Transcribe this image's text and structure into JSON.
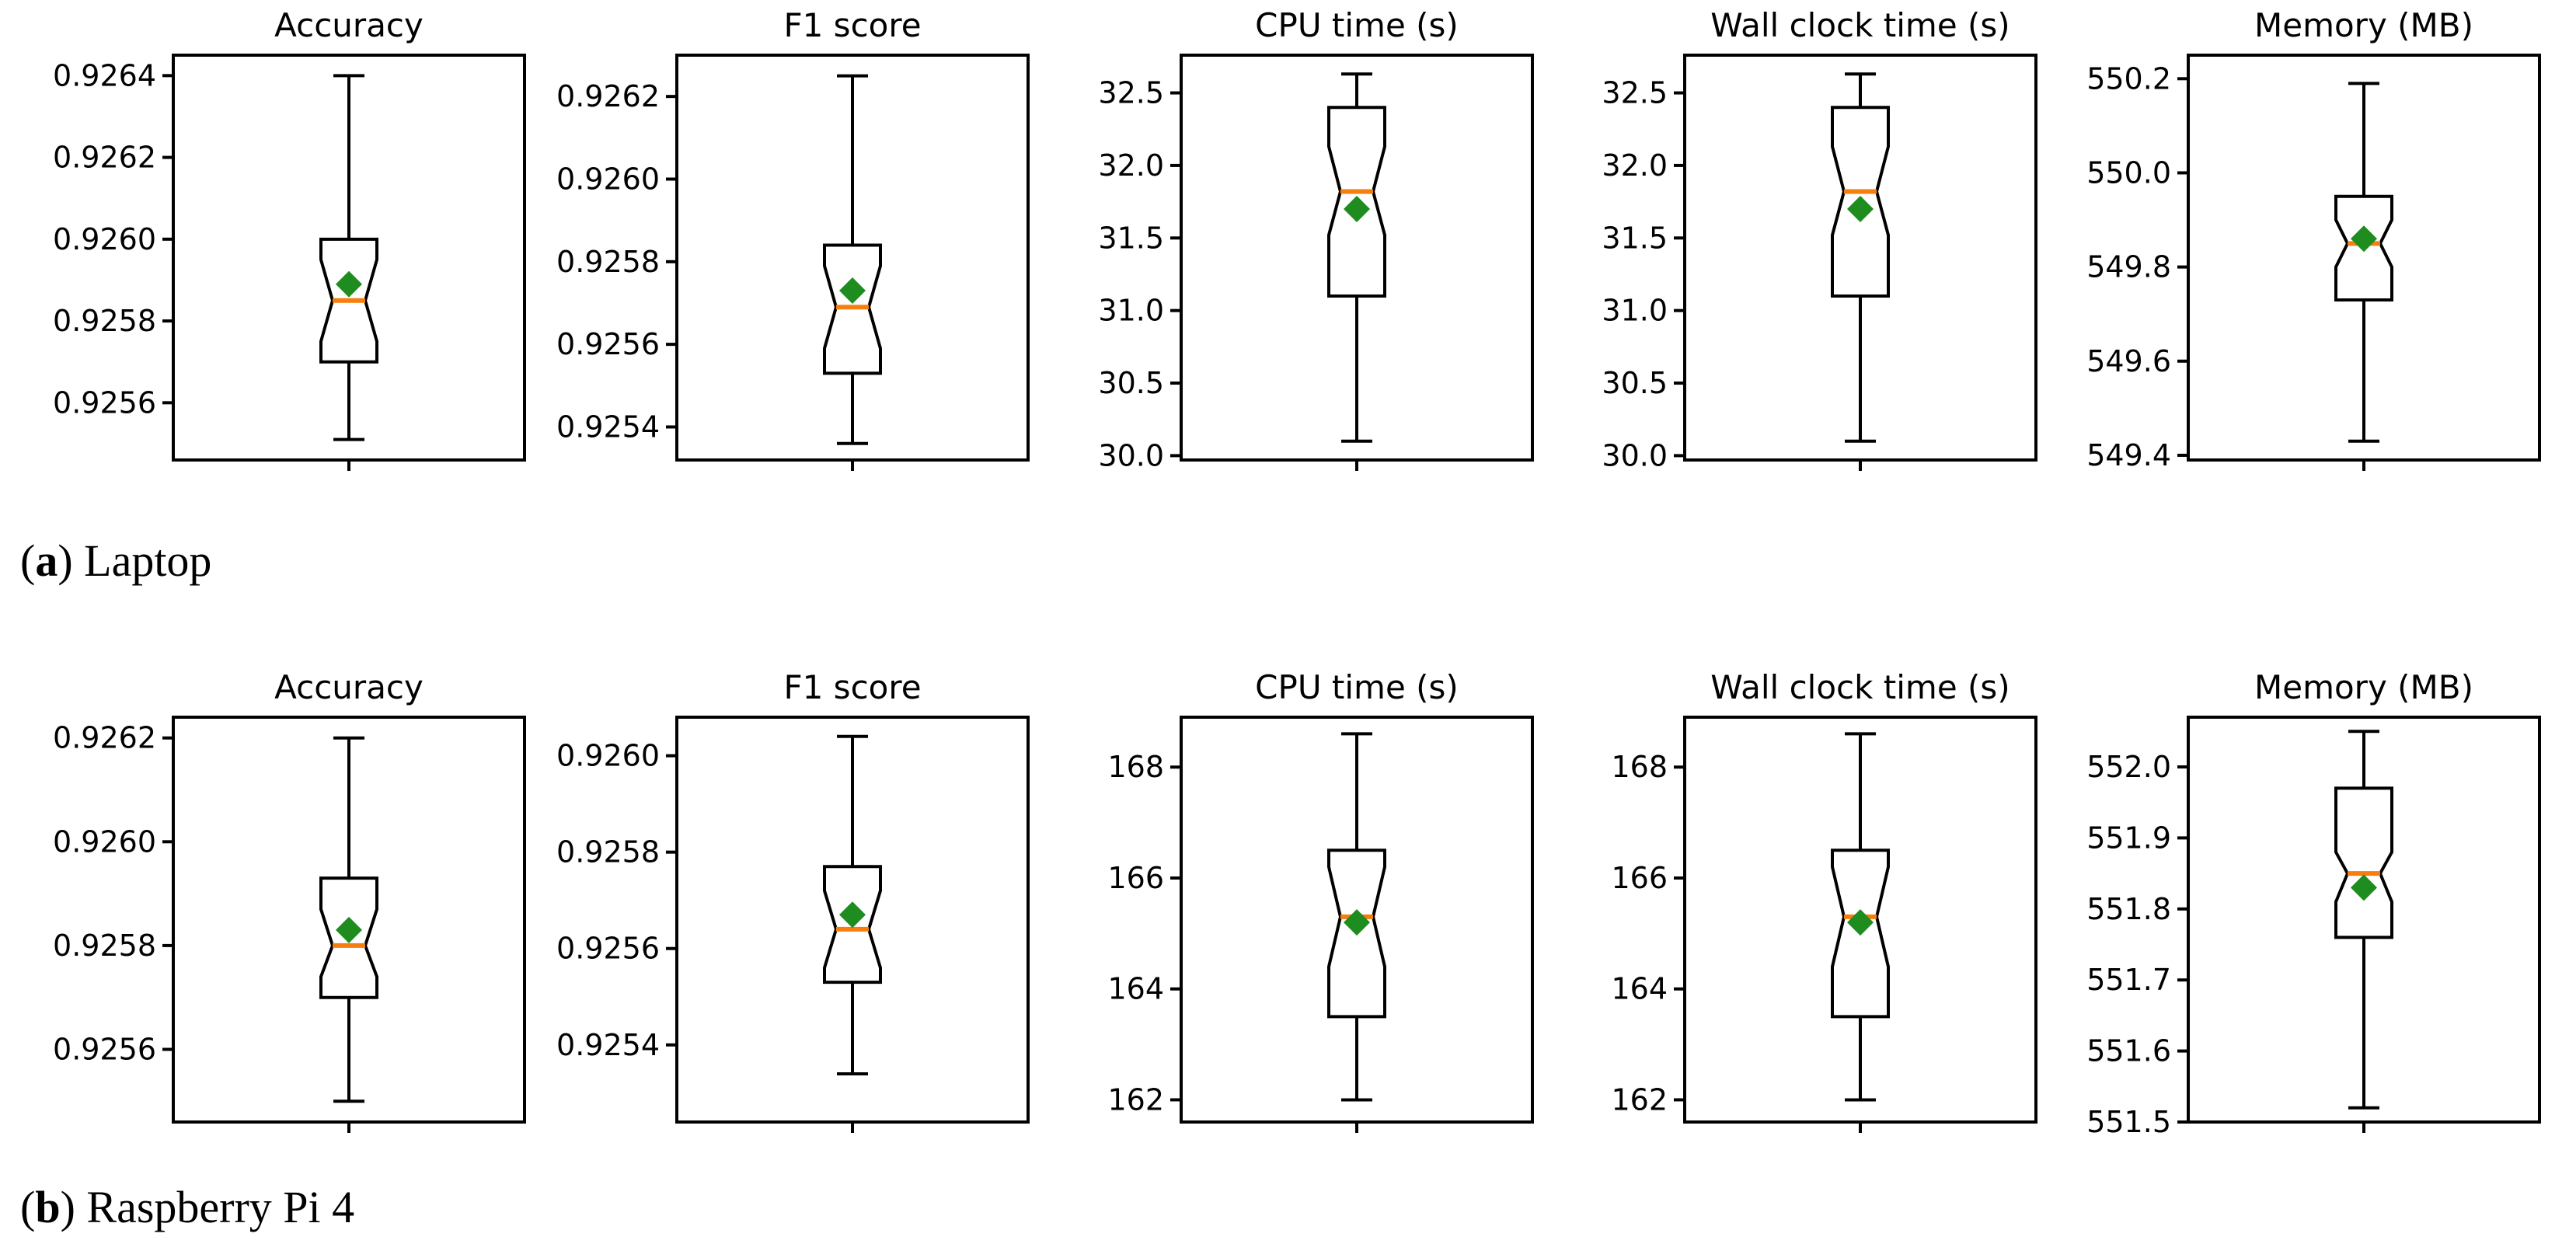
{
  "chart_data": {
    "type": "boxplot",
    "description": "Notched box plots with mean diamonds comparing model metrics on two devices",
    "style": {
      "box_color": "#000000",
      "median_color": "#f57e0e",
      "mean_color": "#1e8c1e",
      "background": "#ffffff",
      "text_color": "#000000"
    },
    "rows": [
      {
        "id": "a",
        "device": "Laptop",
        "caption": {
          "open": "(",
          "letter": "a",
          "rest": ") Laptop"
        },
        "panels": [
          {
            "title": "Accuracy",
            "ylim": [
              0.92546,
              0.92645
            ],
            "tick_values": [
              0.9264,
              0.9262,
              0.926,
              0.9258,
              0.9256
            ],
            "tick_labels": [
              "0.9264",
              "0.9262",
              "0.9260",
              "0.9258",
              "0.9256"
            ],
            "stats": {
              "whislo": 0.92551,
              "q1": 0.9257,
              "med": 0.92585,
              "q3": 0.926,
              "whishi": 0.9264,
              "mean": 0.92589,
              "notch_lo": 0.92575,
              "notch_hi": 0.92595
            }
          },
          {
            "title": "F1 score",
            "ylim": [
              0.92532,
              0.9263
            ],
            "tick_values": [
              0.9262,
              0.926,
              0.9258,
              0.9256,
              0.9254
            ],
            "tick_labels": [
              "0.9262",
              "0.9260",
              "0.9258",
              "0.9256",
              "0.9254"
            ],
            "stats": {
              "whislo": 0.92536,
              "q1": 0.92553,
              "med": 0.92569,
              "q3": 0.92584,
              "whishi": 0.92625,
              "mean": 0.92573,
              "notch_lo": 0.92559,
              "notch_hi": 0.92579
            }
          },
          {
            "title": "CPU time (s)",
            "ylim": [
              29.97,
              32.76
            ],
            "tick_values": [
              32.5,
              32.0,
              31.5,
              31.0,
              30.5,
              30.0
            ],
            "tick_labels": [
              "32.5",
              "32.0",
              "31.5",
              "31.0",
              "30.5",
              "30.0"
            ],
            "stats": {
              "whislo": 30.1,
              "q1": 31.1,
              "med": 31.82,
              "q3": 32.4,
              "whishi": 32.63,
              "mean": 31.7,
              "notch_lo": 31.52,
              "notch_hi": 32.13
            }
          },
          {
            "title": "Wall clock time (s)",
            "ylim": [
              29.97,
              32.76
            ],
            "tick_values": [
              32.5,
              32.0,
              31.5,
              31.0,
              30.5,
              30.0
            ],
            "tick_labels": [
              "32.5",
              "32.0",
              "31.5",
              "31.0",
              "30.5",
              "30.0"
            ],
            "stats": {
              "whislo": 30.1,
              "q1": 31.1,
              "med": 31.82,
              "q3": 32.4,
              "whishi": 32.63,
              "mean": 31.7,
              "notch_lo": 31.52,
              "notch_hi": 32.13
            }
          },
          {
            "title": "Memory (MB)",
            "ylim": [
              549.39,
              550.25
            ],
            "tick_values": [
              550.2,
              550.0,
              549.8,
              549.6,
              549.4
            ],
            "tick_labels": [
              "550.2",
              "550.0",
              "549.8",
              "549.6",
              "549.4"
            ],
            "stats": {
              "whislo": 549.43,
              "q1": 549.73,
              "med": 549.85,
              "q3": 549.95,
              "whishi": 550.19,
              "mean": 549.86,
              "notch_lo": 549.8,
              "notch_hi": 549.9
            }
          }
        ]
      },
      {
        "id": "b",
        "device": "Raspberry Pi 4",
        "caption": {
          "open": "(",
          "letter": "b",
          "rest": ") Raspberry Pi 4"
        },
        "panels": [
          {
            "title": "Accuracy",
            "ylim": [
              0.92546,
              0.92624
            ],
            "tick_values": [
              0.9262,
              0.926,
              0.9258,
              0.9256
            ],
            "tick_labels": [
              "0.9262",
              "0.9260",
              "0.9258",
              "0.9256"
            ],
            "stats": {
              "whislo": 0.9255,
              "q1": 0.9257,
              "med": 0.9258,
              "q3": 0.92593,
              "whishi": 0.9262,
              "mean": 0.92583,
              "notch_lo": 0.92574,
              "notch_hi": 0.92587
            }
          },
          {
            "title": "F1 score",
            "ylim": [
              0.92524,
              0.92608
            ],
            "tick_values": [
              0.926,
              0.9258,
              0.9256,
              0.9254
            ],
            "tick_labels": [
              "0.9260",
              "0.9258",
              "0.9256",
              "0.9254"
            ],
            "stats": {
              "whislo": 0.92534,
              "q1": 0.92553,
              "med": 0.92564,
              "q3": 0.92577,
              "whishi": 0.92604,
              "mean": 0.92567,
              "notch_lo": 0.92556,
              "notch_hi": 0.92572
            }
          },
          {
            "title": "CPU time (s)",
            "ylim": [
              161.6,
              168.9
            ],
            "tick_values": [
              168,
              166,
              164,
              162
            ],
            "tick_labels": [
              "168",
              "166",
              "164",
              "162"
            ],
            "stats": {
              "whislo": 162.0,
              "q1": 163.5,
              "med": 165.3,
              "q3": 166.5,
              "whishi": 168.6,
              "mean": 165.2,
              "notch_lo": 164.4,
              "notch_hi": 166.2
            }
          },
          {
            "title": "Wall clock time (s)",
            "ylim": [
              161.6,
              168.9
            ],
            "tick_values": [
              168,
              166,
              164,
              162
            ],
            "tick_labels": [
              "168",
              "166",
              "164",
              "162"
            ],
            "stats": {
              "whislo": 162.0,
              "q1": 163.5,
              "med": 165.3,
              "q3": 166.5,
              "whishi": 168.6,
              "mean": 165.2,
              "notch_lo": 164.4,
              "notch_hi": 166.2
            }
          },
          {
            "title": "Memory (MB)",
            "ylim": [
              551.5,
              552.07
            ],
            "tick_values": [
              552.0,
              551.9,
              551.8,
              551.7,
              551.6,
              551.5
            ],
            "tick_labels": [
              "552.0",
              "551.9",
              "551.8",
              "551.7",
              "551.6",
              "551.5"
            ],
            "stats": {
              "whislo": 551.52,
              "q1": 551.76,
              "med": 551.85,
              "q3": 551.97,
              "whishi": 552.05,
              "mean": 551.83,
              "notch_lo": 551.81,
              "notch_hi": 551.88
            }
          }
        ]
      }
    ]
  }
}
